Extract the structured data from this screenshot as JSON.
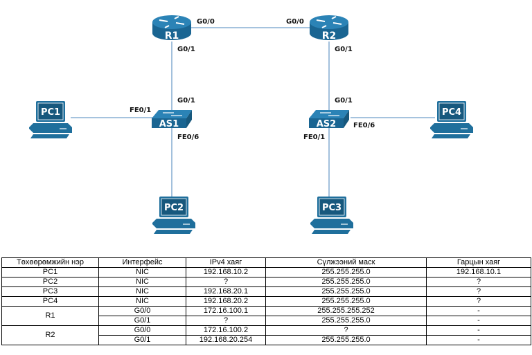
{
  "diagram": {
    "devices": {
      "R1": {
        "label": "R1",
        "type": "router"
      },
      "R2": {
        "label": "R2",
        "type": "router"
      },
      "AS1": {
        "label": "AS1",
        "type": "switch"
      },
      "AS2": {
        "label": "AS2",
        "type": "switch"
      },
      "PC1": {
        "label": "PC1",
        "type": "pc"
      },
      "PC2": {
        "label": "PC2",
        "type": "pc"
      },
      "PC3": {
        "label": "PC3",
        "type": "pc"
      },
      "PC4": {
        "label": "PC4",
        "type": "pc"
      }
    },
    "ports": {
      "r1_g00": "G0/0",
      "r2_g00": "G0/0",
      "r1_g01": "G0/1",
      "r2_g01": "G0/1",
      "as1_g01": "G0/1",
      "as2_g01": "G0/1",
      "as1_fe01": "FE0/1",
      "as1_fe06": "FE0/6",
      "as2_fe06": "FE0/6",
      "as2_fe01": "FE0/1"
    },
    "links": [
      {
        "from": "R1",
        "from_port": "G0/0",
        "to": "R2",
        "to_port": "G0/0"
      },
      {
        "from": "R1",
        "from_port": "G0/1",
        "to": "AS1",
        "to_port": "G0/1"
      },
      {
        "from": "R2",
        "from_port": "G0/1",
        "to": "AS2",
        "to_port": "G0/1"
      },
      {
        "from": "AS1",
        "from_port": "FE0/1",
        "to": "PC1",
        "to_port": ""
      },
      {
        "from": "AS1",
        "from_port": "FE0/6",
        "to": "PC2",
        "to_port": ""
      },
      {
        "from": "AS2",
        "from_port": "FE0/1",
        "to": "PC3",
        "to_port": ""
      },
      {
        "from": "AS2",
        "from_port": "FE0/6",
        "to": "PC4",
        "to_port": ""
      }
    ],
    "colors": {
      "device": "#1f6f9c",
      "device_dark": "#17587d",
      "link": "#6f9fc9"
    }
  },
  "table": {
    "headers": [
      "Төхөөрөмжийн нэр",
      "Интерфейс",
      "IPv4 хаяг",
      "Сүлжээний маск",
      "Гарцын хаяг"
    ],
    "rows": [
      {
        "device": "PC1",
        "interface": "NIC",
        "ipv4": "192.168.10.2",
        "mask": "255.255.255.0",
        "gateway": "192.168.10.1"
      },
      {
        "device": "PC2",
        "interface": "NIC",
        "ipv4": "?",
        "mask": "255.255.255.0",
        "gateway": "?"
      },
      {
        "device": "PC3",
        "interface": "NIC",
        "ipv4": "192.168.20.1",
        "mask": "255.255.255.0",
        "gateway": "?"
      },
      {
        "device": "PC4",
        "interface": "NIC",
        "ipv4": "192.168.20.2",
        "mask": "255.255.255.0",
        "gateway": "?"
      },
      {
        "device": "R1",
        "interface": "G0/0",
        "ipv4": "172.16.100.1",
        "mask": "255.255.255.252",
        "gateway": "-"
      },
      {
        "device": "",
        "interface": "G0/1",
        "ipv4": "?",
        "mask": "255.255.255.0",
        "gateway": "-"
      },
      {
        "device": "R2",
        "interface": "G0/0",
        "ipv4": "172.16.100.2",
        "mask": "?",
        "gateway": "-"
      },
      {
        "device": "",
        "interface": "G0/1",
        "ipv4": "192.168.20.254",
        "mask": "255.255.255.0",
        "gateway": "-"
      }
    ]
  }
}
